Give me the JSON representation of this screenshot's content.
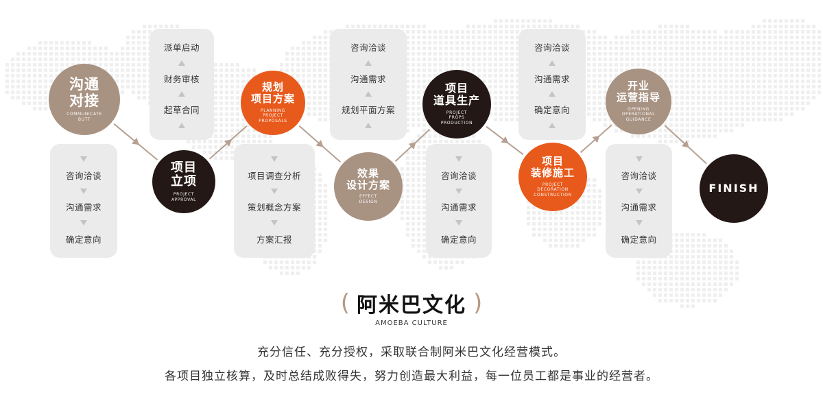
{
  "colors": {
    "taupe": "#a89282",
    "dark": "#231815",
    "orange": "#e85a1c",
    "card": "#ebebeb",
    "connector": "#b5a092",
    "map_dot": "#eeeeee"
  },
  "nodes": [
    {
      "id": "communicate",
      "title": "沟通\n对接",
      "subtitle": "COMMUNICATE\nBUTT",
      "tone": "taupe"
    },
    {
      "id": "approval",
      "title": "项目\n立项",
      "subtitle": "PROJECT\nAPPROVAL",
      "tone": "dark"
    },
    {
      "id": "planning",
      "title": "规划\n项目方案",
      "subtitle": "PLANNING\nPROJECT\nPROPOSALS",
      "tone": "orange"
    },
    {
      "id": "design",
      "title": "效果\n设计方案",
      "subtitle": "EFFECT\nDESIGN",
      "tone": "taupe"
    },
    {
      "id": "props",
      "title": "项目\n道具生产",
      "subtitle": "PROJECT\nPROPS\nPRODUCTION",
      "tone": "dark"
    },
    {
      "id": "decoration",
      "title": "项目\n装修施工",
      "subtitle": "PROJECT\nDECORATION\nCONSTRUCTION",
      "tone": "orange"
    },
    {
      "id": "guidance",
      "title": "开业\n运营指导",
      "subtitle": "OPENING\nOPERATIONAL\nGUIDANCE",
      "tone": "taupe"
    },
    {
      "id": "finish",
      "title": "FINISH",
      "subtitle": "",
      "tone": "dark"
    }
  ],
  "cards": [
    {
      "id": "card-1",
      "arrow": "down",
      "items": [
        "咨询洽谈",
        "沟通需求",
        "确定意向"
      ]
    },
    {
      "id": "card-2",
      "arrow": "up",
      "items": [
        "派单启动",
        "财务审核",
        "起草合同"
      ]
    },
    {
      "id": "card-3",
      "arrow": "down",
      "items": [
        "项目调查分析",
        "策划概念方案",
        "方案汇报"
      ]
    },
    {
      "id": "card-4",
      "arrow": "up",
      "items": [
        "咨询洽谈",
        "沟通需求",
        "规划平面方案"
      ]
    },
    {
      "id": "card-5",
      "arrow": "down",
      "items": [
        "咨询洽谈",
        "沟通需求",
        "确定意向"
      ]
    },
    {
      "id": "card-6",
      "arrow": "up",
      "items": [
        "咨询洽谈",
        "沟通需求",
        "确定意向"
      ]
    },
    {
      "id": "card-7",
      "arrow": "down",
      "items": [
        "咨询洽谈",
        "沟通需求",
        "确定意向"
      ]
    }
  ],
  "culture": {
    "paren_left": "(",
    "paren_right": ")",
    "title": "阿米巴文化",
    "subtitle": "AMOEBA CULTURE",
    "line1": "充分信任、充分授权，采取联合制阿米巴文化经营模式。",
    "line2": "各项目独立核算，及时总结成败得失，努力创造最大利益，每一位员工都是事业的经营者。"
  }
}
